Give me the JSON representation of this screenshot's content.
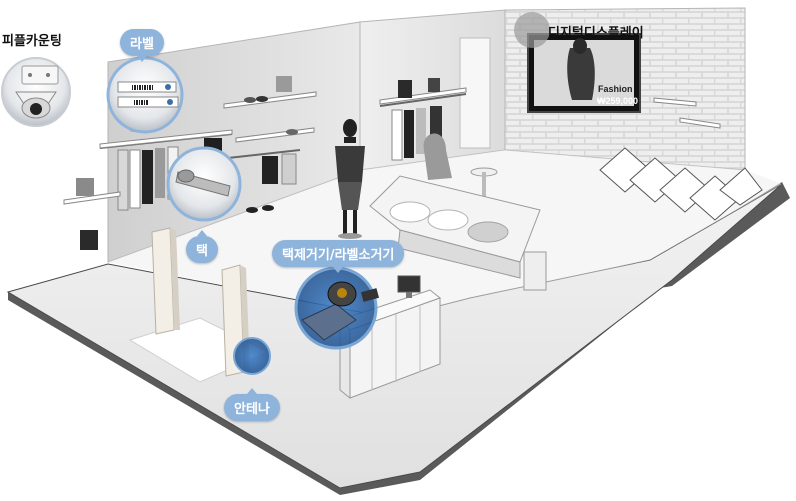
{
  "labels": {
    "people_counting": "피플카운팅",
    "label": "라벨",
    "tag": "택",
    "detacher": "택제거기/라벨소거기",
    "antenna": "안테나",
    "digital_display": "디지털디스플레이"
  },
  "display_screen": {
    "brand": "Fashion",
    "price": "₩259,000"
  },
  "colors": {
    "accent": "#8fb4dc",
    "wall": "#d9d9d9",
    "floor": "#e6e6e6",
    "outline": "#555555"
  }
}
